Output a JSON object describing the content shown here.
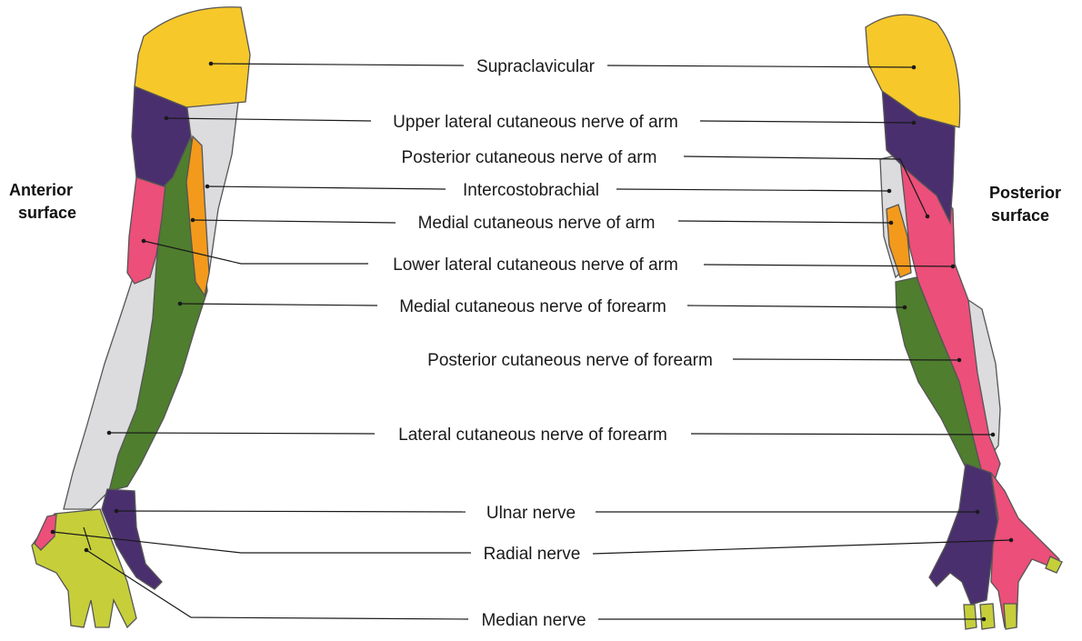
{
  "side_labels": {
    "anterior": [
      "Anterior",
      "surface"
    ],
    "posterior": [
      "Posterior",
      "surface"
    ]
  },
  "labels": [
    "Supraclavicular",
    "Upper lateral cutaneous nerve of arm",
    "Posterior cutaneous nerve of arm",
    "Intercostobrachial",
    "Medial cutaneous nerve of arm",
    "Lower lateral cutaneous nerve of arm",
    "Medial cutaneous nerve of forearm",
    "Posterior cutaneous nerve of forearm",
    "Lateral cutaneous nerve of forearm",
    "Ulnar nerve",
    "Radial nerve",
    "Median nerve"
  ],
  "colors": {
    "supraclavicular": "#f7c82a",
    "upper_lateral_arm": "#4a2f6e",
    "intercostobrachial": "#dcdcdf",
    "medial_arm": "#f39a1c",
    "lower_lateral_arm": "#ec4f79",
    "medial_forearm": "#4f7e2e",
    "posterior_forearm": "#ec4f79",
    "lateral_forearm": "#dcdcdf",
    "ulnar": "#4a2f6e",
    "radial": "#ec4f79",
    "median": "#c6cf3a"
  }
}
